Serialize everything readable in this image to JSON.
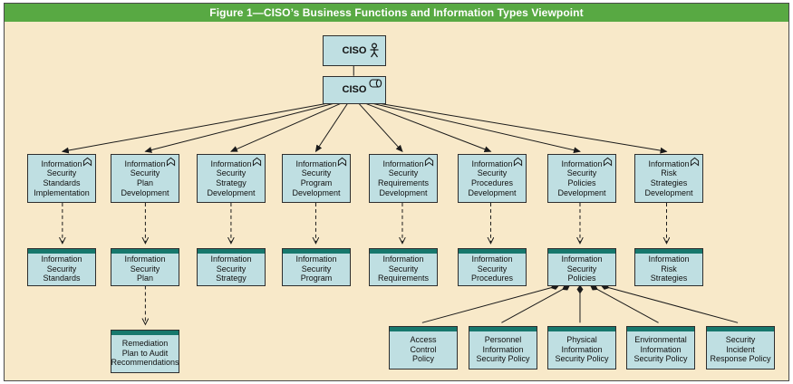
{
  "figure": {
    "title": "Figure 1—CISO’s Business Functions and Information Types Viewpoint"
  },
  "colors": {
    "header_bg": "#58a943",
    "background": "#f8e9c9",
    "box_fill": "#bfdfe2",
    "data_object_bar": "#17786d",
    "line": "#1a1a1a"
  },
  "actor": {
    "label": "CISO",
    "icon": "actor-person-icon"
  },
  "role": {
    "label": "CISO",
    "icon": "role-cylinder-icon"
  },
  "functions": [
    {
      "label": "Information\nSecurity\nStandards\nImplementation"
    },
    {
      "label": "Information\nSecurity\nPlan\nDevelopment"
    },
    {
      "label": "Information\nSecurity\nStrategy\nDevelopment"
    },
    {
      "label": "Information\nSecurity\nProgram\nDevelopment"
    },
    {
      "label": "Information\nSecurity\nRequirements\nDevelopment"
    },
    {
      "label": "Information\nSecurity\nProcedures\nDevelopment"
    },
    {
      "label": "Information\nSecurity\nPolicies\nDevelopment"
    },
    {
      "label": "Information\nRisk\nStrategies\nDevelopment"
    }
  ],
  "data_objects": [
    {
      "label": "Information\nSecurity\nStandards"
    },
    {
      "label": "Information\nSecurity\nPlan"
    },
    {
      "label": "Information\nSecurity\nStrategy"
    },
    {
      "label": "Information\nSecurity\nProgram"
    },
    {
      "label": "Information\nSecurity\nRequirements"
    },
    {
      "label": "Information\nSecurity\nProcedures"
    },
    {
      "label": "Information\nSecurity\nPolicies"
    },
    {
      "label": "Information\nRisk\nStrategies"
    }
  ],
  "remediation": {
    "label": "Remediation\nPlan to Audit\nRecommendations"
  },
  "policies": [
    {
      "label": "Access\nControl\nPolicy"
    },
    {
      "label": "Personnel\nInformation\nSecurity Policy"
    },
    {
      "label": "Physical\nInformation\nSecurity Policy"
    },
    {
      "label": "Environmental\nInformation\nSecurity Policy"
    },
    {
      "label": "Security\nIncident\nResponse Policy"
    }
  ]
}
